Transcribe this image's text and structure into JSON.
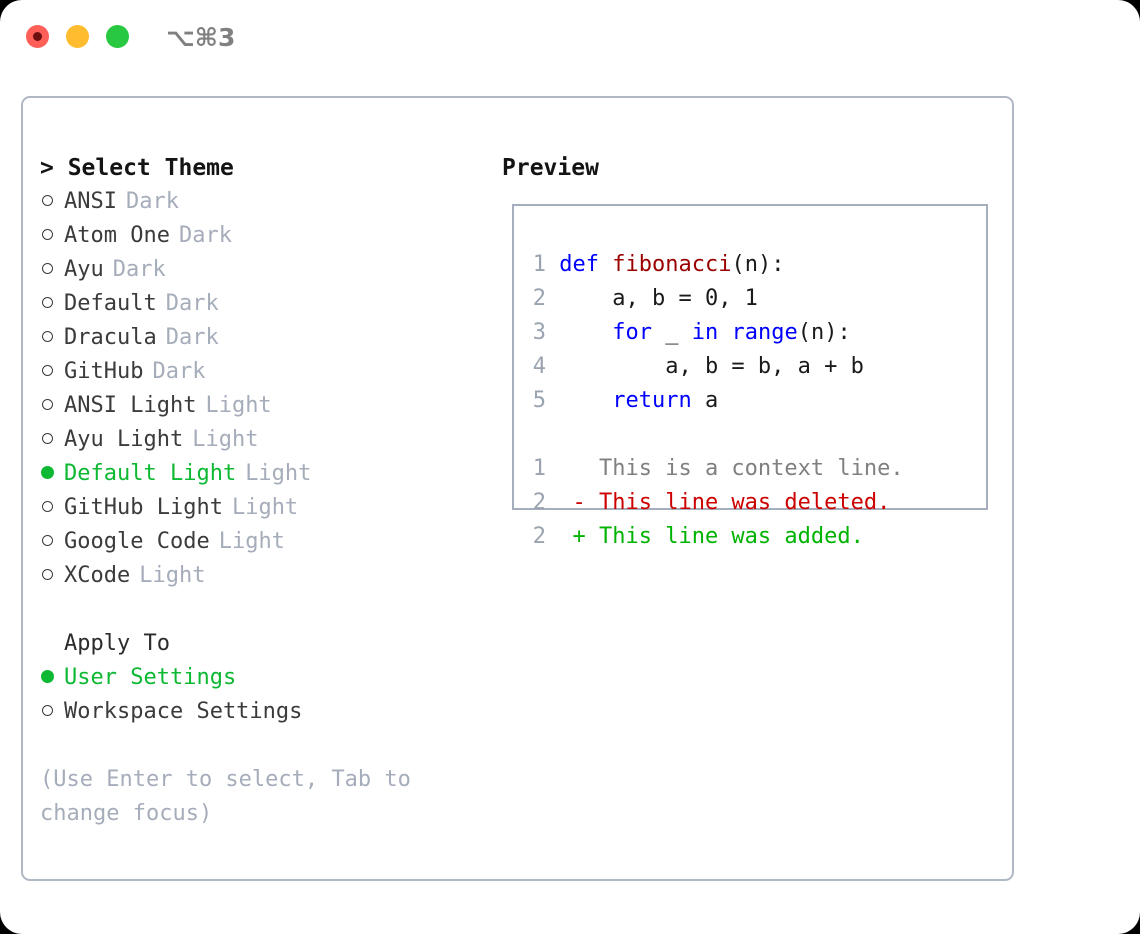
{
  "titlebar": {
    "shortcut": "⌥⌘3",
    "buttons": [
      {
        "name": "close",
        "color": "#ff5f57"
      },
      {
        "name": "minimize",
        "color": "#febc2e"
      },
      {
        "name": "maximize",
        "color": "#28c840"
      }
    ]
  },
  "theme_picker": {
    "heading": "> Select Theme",
    "items": [
      {
        "label": "ANSI",
        "kind": "Dark",
        "selected": false
      },
      {
        "label": "Atom One",
        "kind": "Dark",
        "selected": false
      },
      {
        "label": "Ayu",
        "kind": "Dark",
        "selected": false
      },
      {
        "label": "Default",
        "kind": "Dark",
        "selected": false
      },
      {
        "label": "Dracula",
        "kind": "Dark",
        "selected": false
      },
      {
        "label": "GitHub",
        "kind": "Dark",
        "selected": false
      },
      {
        "label": "ANSI Light",
        "kind": "Light",
        "selected": false
      },
      {
        "label": "Ayu Light",
        "kind": "Light",
        "selected": false
      },
      {
        "label": "Default Light",
        "kind": "Light",
        "selected": true
      },
      {
        "label": "GitHub Light",
        "kind": "Light",
        "selected": false
      },
      {
        "label": "Google Code",
        "kind": "Light",
        "selected": false
      },
      {
        "label": "XCode",
        "kind": "Light",
        "selected": false
      }
    ]
  },
  "apply_to": {
    "title": "Apply To",
    "items": [
      {
        "label": "User Settings",
        "selected": true
      },
      {
        "label": "Workspace Settings",
        "selected": false
      }
    ]
  },
  "hint": "(Use Enter to select, Tab to change focus)",
  "preview": {
    "heading": "Preview",
    "code_lines": [
      {
        "num": "1",
        "tokens": [
          {
            "t": "def ",
            "c": "kw"
          },
          {
            "t": "fibonacci",
            "c": "fn"
          },
          {
            "t": "(n):",
            "c": "pl"
          }
        ]
      },
      {
        "num": "2",
        "tokens": [
          {
            "t": "    a, b = 0, 1",
            "c": "pl"
          }
        ]
      },
      {
        "num": "3",
        "tokens": [
          {
            "t": "    ",
            "c": "pl"
          },
          {
            "t": "for",
            "c": "kw"
          },
          {
            "t": " _ ",
            "c": "pl"
          },
          {
            "t": "in",
            "c": "kw"
          },
          {
            "t": " ",
            "c": "pl"
          },
          {
            "t": "range",
            "c": "kw"
          },
          {
            "t": "(n):",
            "c": "pl"
          }
        ]
      },
      {
        "num": "4",
        "tokens": [
          {
            "t": "        a, b = b, a + b",
            "c": "pl"
          }
        ]
      },
      {
        "num": "5",
        "tokens": [
          {
            "t": "    ",
            "c": "pl"
          },
          {
            "t": "return",
            "c": "kw"
          },
          {
            "t": " a",
            "c": "pl"
          }
        ]
      }
    ],
    "diff_lines": [
      {
        "num": "1",
        "marker": " ",
        "text": "This is a context line.",
        "c": "ctx"
      },
      {
        "num": "2",
        "marker": "-",
        "text": "This line was deleted.",
        "c": "del"
      },
      {
        "num": "2",
        "marker": "+",
        "text": "This line was added.",
        "c": "add"
      }
    ]
  },
  "colors": {
    "accent_green": "#0db832",
    "muted": "#a6adba",
    "keyword_blue": "#0000ff",
    "function_red": "#9a0000",
    "diff_add": "#00b300",
    "diff_del": "#cc0000",
    "border": "#b0b8c4"
  }
}
